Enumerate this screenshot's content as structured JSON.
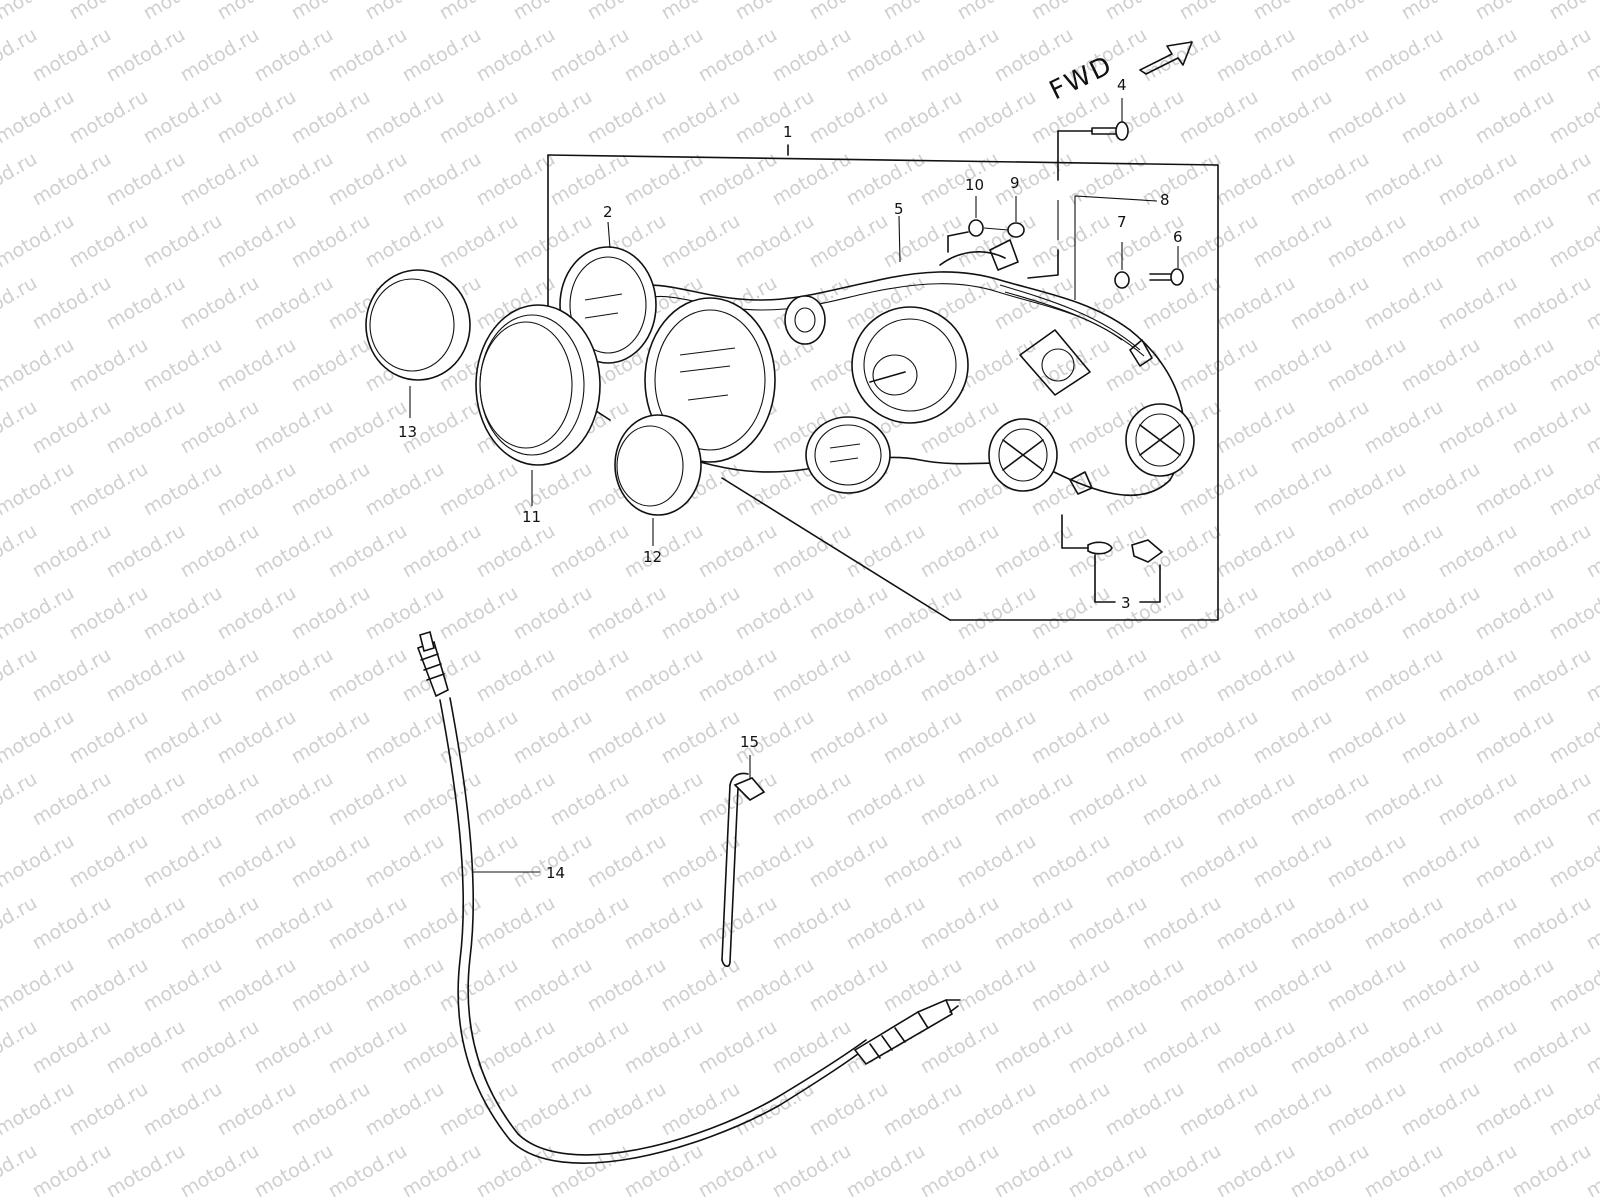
{
  "watermark": "motod.ru",
  "direction_label": "FWD",
  "callouts": [
    "1",
    "2",
    "3",
    "4",
    "5",
    "6",
    "7",
    "8",
    "9",
    "10",
    "11",
    "12",
    "13",
    "14",
    "15"
  ],
  "colors": {
    "line": "#111111",
    "watermark": "#cfcfcf",
    "background": "#ffffff"
  }
}
